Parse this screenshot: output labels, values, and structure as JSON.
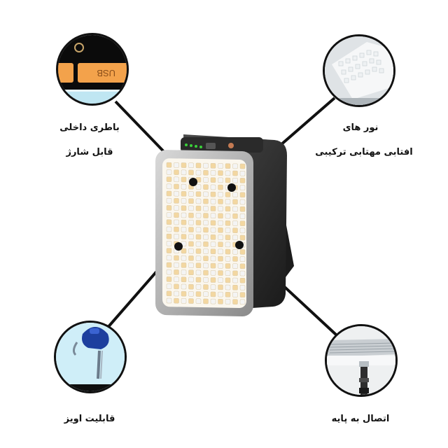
{
  "features": [
    {
      "id": "battery",
      "lines": [
        "باطری داخلی",
        "قابل شارژ"
      ],
      "icon": "usb-battery-icon"
    },
    {
      "id": "leds",
      "lines": [
        "نور های",
        "افتابی مهتابی ترکیبی"
      ],
      "icon": "led-panel-icon"
    },
    {
      "id": "hanging",
      "lines": [
        "قابلیت اویز"
      ],
      "icon": "hook-icon"
    },
    {
      "id": "mount",
      "lines": [
        "اتصال به پایه"
      ],
      "icon": "tripod-mount-icon"
    }
  ],
  "device": {
    "usb_label": "USB",
    "indicator_color": "#3ad13a",
    "body_color": "#2b2b2b",
    "led_warm": "#f3d7a1",
    "led_cool": "#f4f4f4"
  }
}
